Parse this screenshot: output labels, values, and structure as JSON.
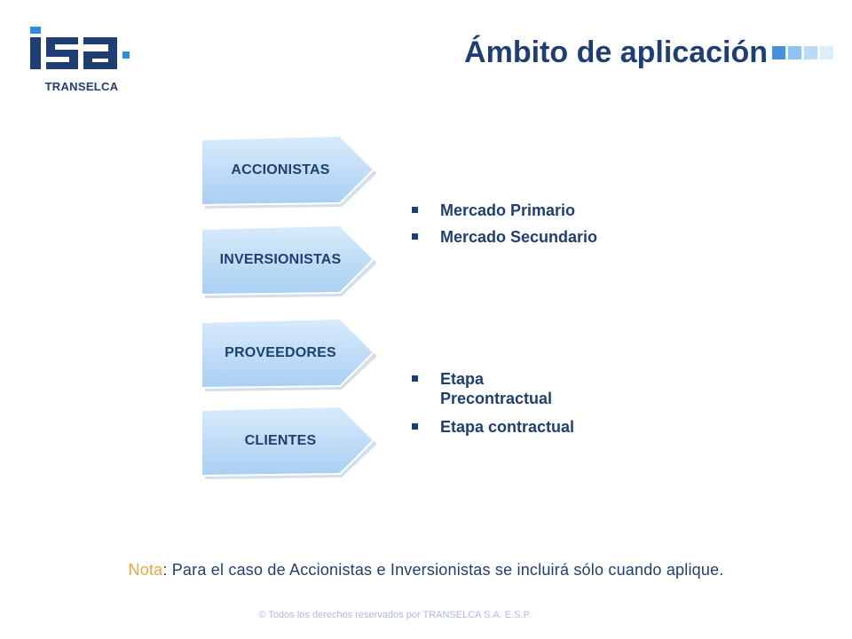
{
  "logo": {
    "subtitle": "TRANSELCA",
    "icon": "isa-logo"
  },
  "header": {
    "title": "Ámbito de aplicación",
    "accent_colors": [
      "#4a90d9",
      "#8ec3f2",
      "#b9dbf7",
      "#dceefb"
    ]
  },
  "categories": [
    {
      "label": "ACCIONISTAS"
    },
    {
      "label": "INVERSIONISTAS"
    },
    {
      "label": "PROVEEDORES"
    },
    {
      "label": "CLIENTES"
    }
  ],
  "group_market": {
    "items": [
      "Mercado Primario",
      "Mercado Secundario"
    ]
  },
  "group_stage": {
    "items": [
      "Etapa Precontractual",
      "Etapa contractual"
    ]
  },
  "note": {
    "key": "Nota",
    "text": ": Para el caso de Accionistas e Inversionistas se incluirá sólo cuando aplique."
  },
  "footer": "© Todos los derechos reservados por TRANSELCA  S.A. E.S.P.",
  "colors": {
    "text_primary": "#1f3f74",
    "accent": "#f2a441",
    "chevron_fill": "#b7d7f4",
    "footer": "#aeb8e8"
  }
}
